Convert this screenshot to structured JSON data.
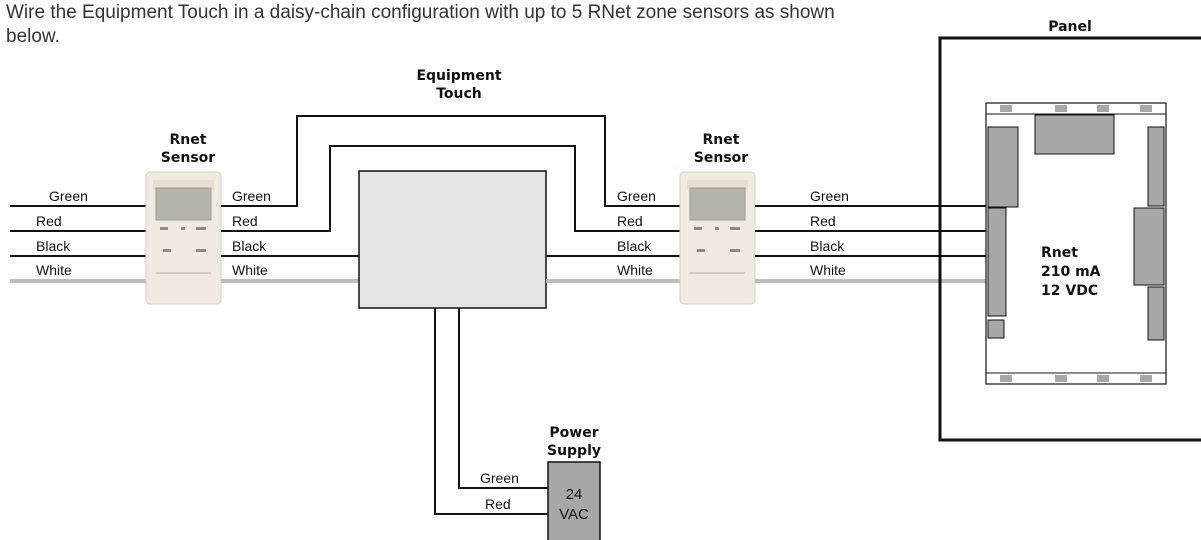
{
  "intro": "Wire the Equipment Touch in a daisy-chain configuration with up to 5 RNet zone sensors as shown below.",
  "titles": {
    "sensor_left": [
      "Rnet",
      "Sensor"
    ],
    "equipment": [
      "Equipment",
      "Touch"
    ],
    "sensor_right": [
      "Rnet",
      "Sensor"
    ],
    "panel": "Panel",
    "power": [
      "Power",
      "Supply"
    ]
  },
  "wires": {
    "green": "Green",
    "red": "Red",
    "black": "Black",
    "white": "White"
  },
  "panel_info": [
    "Rnet",
    "210 mA",
    "12 VDC"
  ],
  "power_box": [
    "24",
    "VAC"
  ],
  "colors": {
    "wire": "#111111",
    "white_wire": "#bdbdbd",
    "box": "#e4e4e4",
    "gray_box": "#a7a7a7"
  }
}
